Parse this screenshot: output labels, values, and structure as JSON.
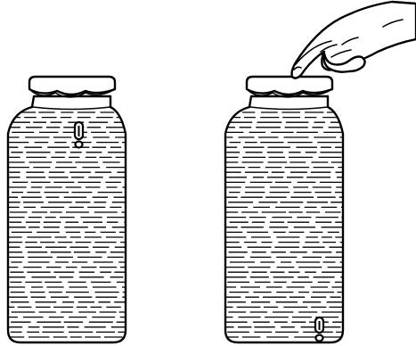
{
  "figure": {
    "panels": [
      {
        "name": "left-jar",
        "state": "cap not pressed",
        "diver_position": "top"
      },
      {
        "name": "right-jar",
        "state": "cap pressed by hand",
        "diver_position": "bottom"
      }
    ],
    "colors": {
      "ink": "#000000",
      "paper": "#ffffff"
    }
  }
}
